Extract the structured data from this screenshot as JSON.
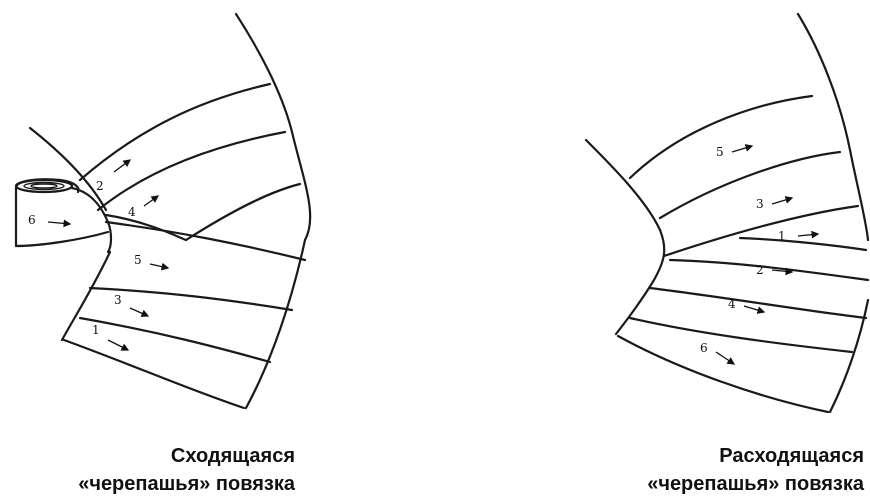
{
  "left_figure": {
    "caption_line1": "Сходящаяся",
    "caption_line2": "«черепашья» повязка",
    "turn_labels": [
      "2",
      "4",
      "6",
      "5",
      "3",
      "1"
    ]
  },
  "right_figure": {
    "caption_line1": "Расходящаяся",
    "caption_line2": "«черепашья» повязка",
    "turn_labels": [
      "5",
      "3",
      "1",
      "2",
      "4",
      "6"
    ]
  }
}
